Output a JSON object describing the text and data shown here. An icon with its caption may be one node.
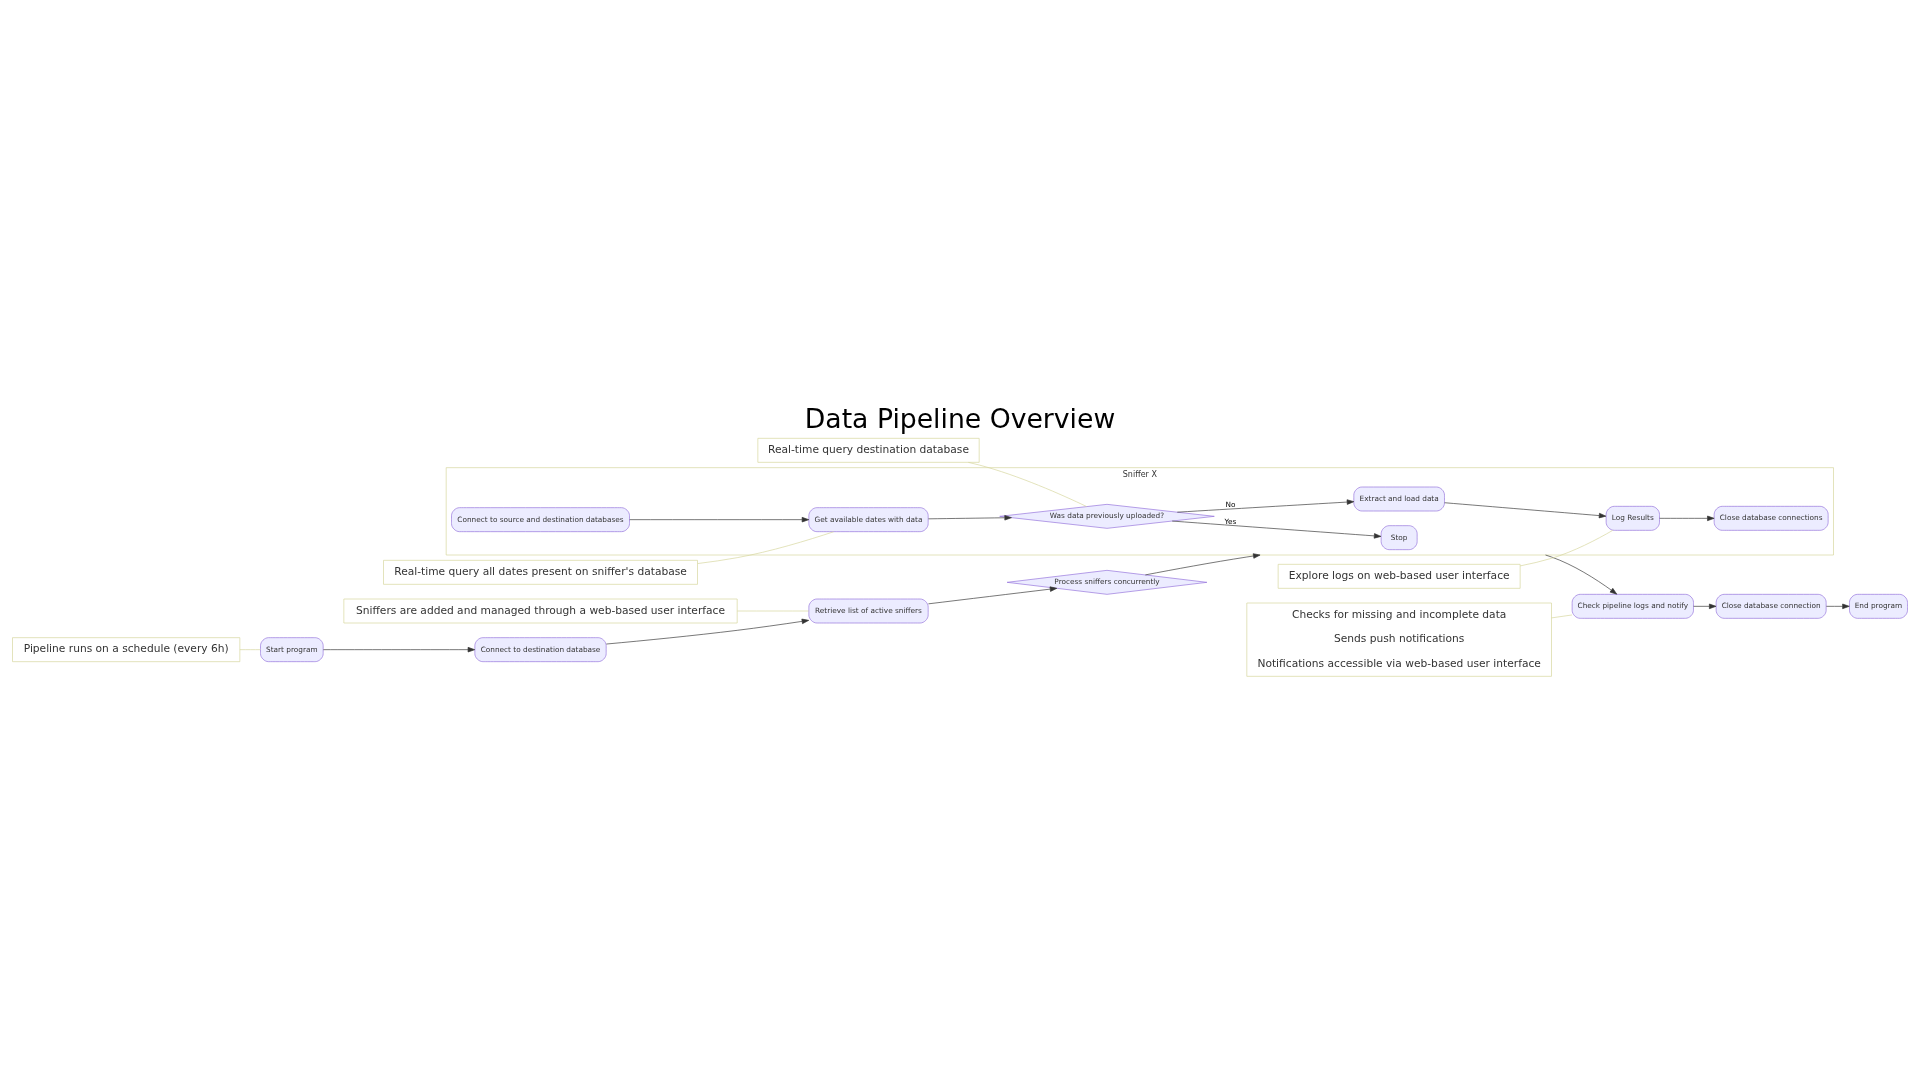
{
  "diagram": {
    "title": "Data Pipeline Overview",
    "nodes": [
      {
        "text": [
          "Pipeline runs on a schedule (every 6h)"
        ]
      },
      {
        "text": [
          "Sniffers are added and managed through a web-based user interface"
        ]
      },
      {
        "text": [
          "Real-time query all dates present on sniffer's database"
        ]
      },
      {
        "text": [
          "Sniffer X"
        ]
      },
      {
        "text": [
          "Connect to source and destination databases"
        ],
        "in": 3
      },
      {
        "text": [
          "Get available dates with data"
        ],
        "in": 3
      },
      {
        "text": [
          "Real-time query destination database"
        ]
      },
      {
        "text": [
          "Was data previously uploaded?"
        ],
        "in": 3
      },
      {
        "text": [
          "Start program"
        ]
      },
      {
        "text": [
          "Connect to destination database"
        ]
      },
      {
        "text": [
          "Retrieve list of active sniffers"
        ]
      },
      {
        "text": [
          "Process sniffers concurrently"
        ]
      },
      {
        "text": [
          "Check pipeline logs and notify"
        ]
      },
      {
        "text": [
          "Close database connection"
        ]
      },
      {
        "text": [
          "End program"
        ]
      },
      {
        "text": [
          "Stop"
        ],
        "in": 3
      },
      {
        "text": [
          "Extract and load data"
        ],
        "in": 3
      },
      {
        "text": [
          "Explore logs on web-based user interface"
        ]
      },
      {
        "text": [
          "Log Results"
        ],
        "in": 3
      },
      {
        "text": [
          "Checks for missing and incomplete data",
          "Sends push notifications",
          "Notifications accessible via web-based user interface"
        ]
      },
      {
        "text": [
          "Close database connections"
        ],
        "in": 3
      }
    ],
    "edges": [
      {
        "from": 8,
        "to": 9,
        "arrow": "to"
      },
      {
        "from": 9,
        "to": 10,
        "arrow": "to"
      },
      {
        "from": 10,
        "to": 11,
        "arrow": "to"
      },
      {
        "from": 11,
        "to": 3,
        "arrow": "to"
      },
      {
        "from": 3,
        "to": 12,
        "arrow": "to"
      },
      {
        "from": 12,
        "to": 13,
        "arrow": "to"
      },
      {
        "from": 13,
        "to": 14,
        "arrow": "to"
      },
      {
        "from": 4,
        "to": 5,
        "arrow": "to"
      },
      {
        "from": 5,
        "to": 7,
        "arrow": "to"
      },
      {
        "from": 7,
        "to": 15,
        "arrow": "to",
        "label": "Yes"
      },
      {
        "from": 7,
        "to": 16,
        "arrow": "to",
        "label": "No"
      },
      {
        "from": 16,
        "to": 18,
        "arrow": "to"
      },
      {
        "from": 18,
        "to": 20,
        "arrow": "to"
      },
      {
        "from": 0,
        "to": 8,
        "arrow": "none",
        "color": "#d4d49a"
      },
      {
        "from": 1,
        "to": 10,
        "arrow": "none",
        "color": "#d4d49a"
      },
      {
        "from": 2,
        "to": 5,
        "arrow": "none",
        "color": "#d4d49a"
      },
      {
        "from": 6,
        "to": 7,
        "arrow": "none",
        "color": "#d4d49a"
      },
      {
        "from": 17,
        "to": 18,
        "arrow": "none",
        "color": "#d4d49a"
      },
      {
        "from": 19,
        "to": 12,
        "arrow": "none",
        "color": "#d4d49a"
      }
    ]
  }
}
